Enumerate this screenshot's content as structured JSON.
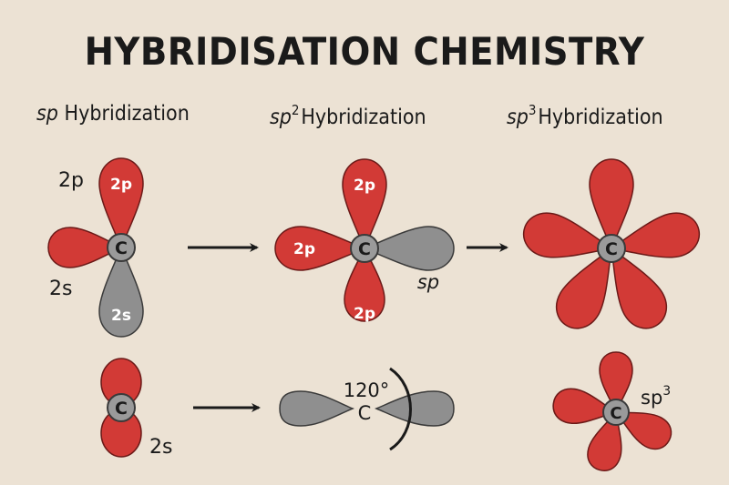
{
  "title": "HYBRIDISATION CHEMISTRY",
  "colors": {
    "background": "#ece2d4",
    "red_lobe": "#d23a36",
    "gray_lobe": "#8f8f8f",
    "outline": "#6b1a18",
    "atom_fill": "#9a9a9a",
    "text": "#1a1a1a",
    "lobe_text": "#ffffff"
  },
  "sections": [
    {
      "prefix": "sp",
      "sup": "",
      "suffix": "Hybridization"
    },
    {
      "prefix": "sp",
      "sup": "2",
      "suffix": "Hybridization"
    },
    {
      "prefix": "sp",
      "sup": "3",
      "suffix": "Hybridization"
    }
  ],
  "diagrams": {
    "sp": {
      "atom": "C",
      "outer_label_top": "2p",
      "outer_label_left": "2s",
      "lobe_top": "2p",
      "lobe_bottom": "2s"
    },
    "sp2": {
      "atom": "C",
      "lobe_top": "2p",
      "lobe_left": "2p",
      "lobe_bottom": "2p",
      "label_right": "sp"
    },
    "sp3": {
      "atom": "C"
    },
    "bottom_sp": {
      "atom": "C",
      "label": "2s"
    },
    "bottom_sp2": {
      "atom": "C",
      "angle": "120°"
    },
    "bottom_sp3": {
      "atom": "C",
      "label": "sp",
      "label_sup": "3"
    }
  }
}
